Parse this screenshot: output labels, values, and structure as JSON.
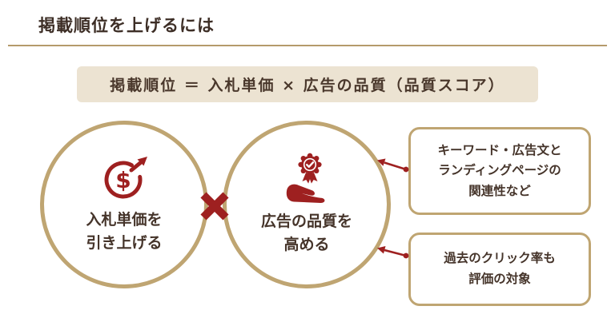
{
  "page": {
    "title": "掲載順位を上げるには"
  },
  "formula": {
    "text": "掲載順位 ＝ 入札単価 × 広告の品質（品質スコア）"
  },
  "diagram": {
    "multiply_symbol": "×",
    "left_circle": {
      "icon": "dollar-growth-icon",
      "label_line1": "入札単価を",
      "label_line2": "引き上げる"
    },
    "right_circle": {
      "icon": "quality-badge-hand-icon",
      "label_line1": "広告の品質を",
      "label_line2": "高める"
    },
    "callouts": [
      {
        "lines": [
          "キーワード・広告文と",
          "ランディングページの",
          "関連性など"
        ]
      },
      {
        "lines": [
          "過去のクリック率も",
          "評価の対象"
        ]
      }
    ]
  },
  "colors": {
    "accent_red": "#9e2020",
    "gold_border": "#bfa572",
    "text_brown": "#45342a",
    "formula_background": "#ece3d2"
  }
}
